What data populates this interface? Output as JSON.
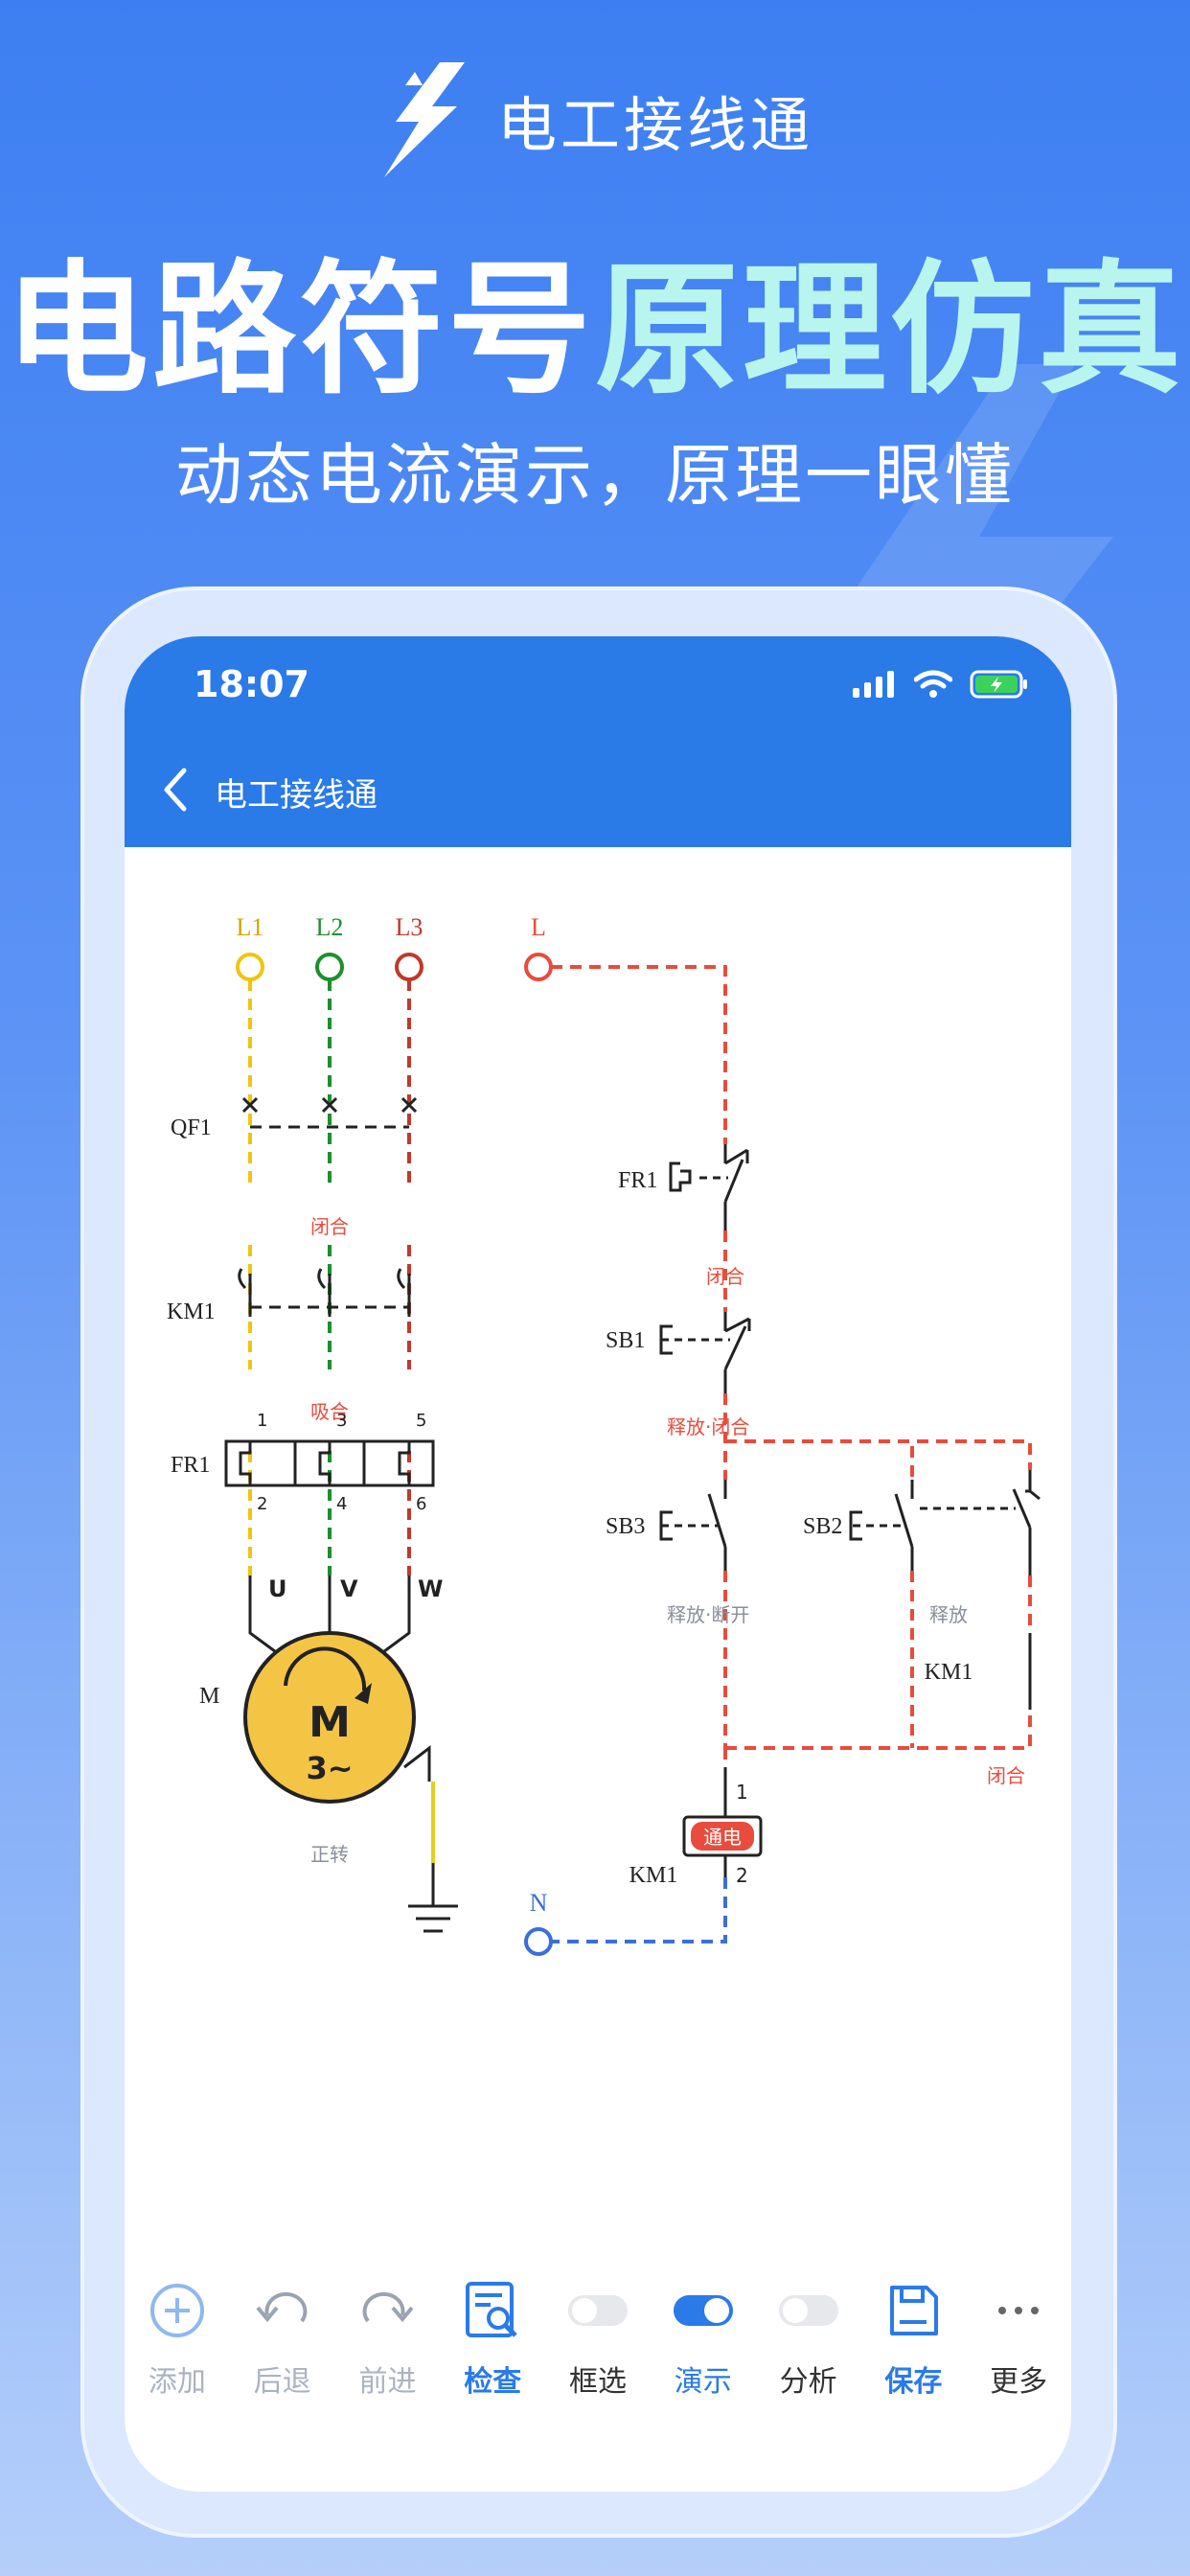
{
  "brand": {
    "name": "电工接线通"
  },
  "headline": {
    "part1": "电路符号",
    "part2": "原理仿真"
  },
  "subline": "动态电流演示，原理一眼懂",
  "status_bar": {
    "time": "18:07"
  },
  "app_bar": {
    "title": "电工接线通"
  },
  "diagram": {
    "phases": [
      "L1",
      "L2",
      "L3"
    ],
    "phase_colors": [
      "#f1c40f",
      "#1e8f2e",
      "#c0392b"
    ],
    "qf1": "QF1",
    "km1_main": "KM1",
    "fr1_main": "FR1",
    "motor_label": "M",
    "motor_text": "M",
    "motor_sub": "3~",
    "terminals_top": [
      "1",
      "3",
      "5"
    ],
    "terminals_bottom": [
      "2",
      "4",
      "6"
    ],
    "uvw": [
      "U",
      "V",
      "W"
    ],
    "status_close1": "闭合",
    "status_pull": "吸合",
    "status_forward": "正转",
    "control": {
      "L": "L",
      "N": "N",
      "fr1": "FR1",
      "fr1_status": "闭合",
      "sb1": "SB1",
      "sb1_status": "释放·闭合",
      "sb3": "SB3",
      "sb3_status": "释放·断开",
      "sb2": "SB2",
      "sb2_status": "释放",
      "km1_aux": "KM1",
      "km1_aux_status": "闭合",
      "coil": "KM1",
      "coil_badge": "通电",
      "coil_t1": "1",
      "coil_t2": "2"
    }
  },
  "toolbar": {
    "items": [
      {
        "label": "添加",
        "icon": "add-circle-icon"
      },
      {
        "label": "后退",
        "icon": "undo-icon"
      },
      {
        "label": "前进",
        "icon": "redo-icon"
      },
      {
        "label": "检查",
        "icon": "inspect-icon"
      },
      {
        "label": "框选",
        "icon": "toggle-off-icon"
      },
      {
        "label": "演示",
        "icon": "toggle-on-icon"
      },
      {
        "label": "分析",
        "icon": "toggle-off-icon"
      },
      {
        "label": "保存",
        "icon": "save-icon"
      },
      {
        "label": "更多",
        "icon": "more-icon"
      }
    ]
  },
  "colors": {
    "accent": "#2a7ae8",
    "live": "#e74c3c",
    "neutral": "#3a6fd8"
  }
}
